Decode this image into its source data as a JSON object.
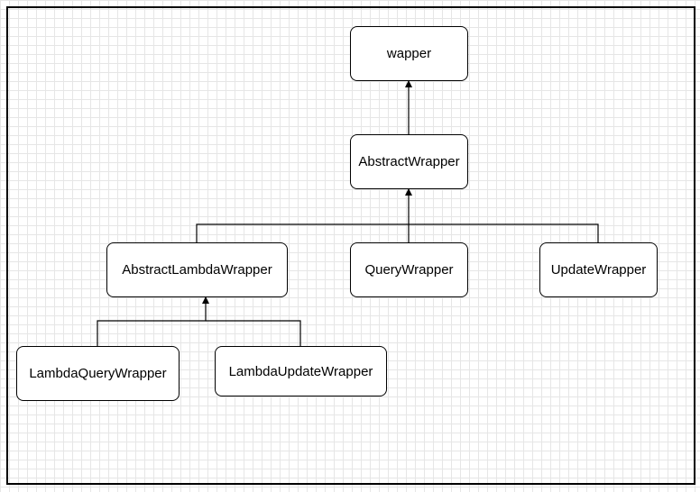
{
  "diagram": {
    "nodes": {
      "wapper": "wapper",
      "abstract_wrapper": "AbstractWrapper",
      "abstract_lambda_wrapper": "AbstractLambdaWrapper",
      "query_wrapper": "QueryWrapper",
      "update_wrapper": "UpdateWrapper",
      "lambda_query_wrapper": "LambdaQueryWrapper",
      "lambda_update_wrapper": "LambdaUpdateWrapper"
    },
    "edges": [
      {
        "from": "AbstractWrapper",
        "to": "wapper"
      },
      {
        "from": "AbstractLambdaWrapper",
        "to": "AbstractWrapper"
      },
      {
        "from": "QueryWrapper",
        "to": "AbstractWrapper"
      },
      {
        "from": "UpdateWrapper",
        "to": "AbstractWrapper"
      },
      {
        "from": "LambdaQueryWrapper",
        "to": "AbstractLambdaWrapper"
      },
      {
        "from": "LambdaUpdateWrapper",
        "to": "AbstractLambdaWrapper"
      }
    ],
    "colors": {
      "line": "#000000",
      "node_fill": "#ffffff",
      "grid": "#e6e6e6"
    }
  }
}
